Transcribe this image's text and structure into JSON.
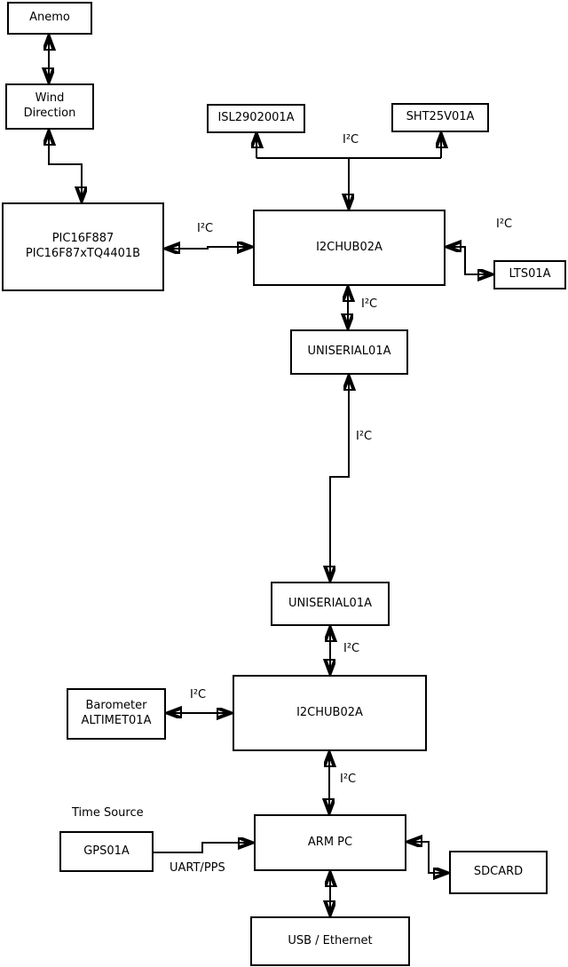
{
  "diagram": {
    "boxes": {
      "anemo": {
        "label": "Anemo"
      },
      "wind_direction": {
        "label": "Wind\nDirection"
      },
      "pic": {
        "label": "PIC16F887\nPIC16F87xTQ4401B"
      },
      "isl": {
        "label": "ISL2902001A"
      },
      "sht": {
        "label": "SHT25V01A"
      },
      "i2c_hub_top": {
        "label": "I2CHUB02A"
      },
      "lts": {
        "label": "LTS01A"
      },
      "uniserial_top": {
        "label": "UNISERIAL01A"
      },
      "uniserial_bottom": {
        "label": "UNISERIAL01A"
      },
      "i2c_hub_bottom": {
        "label": "I2CHUB02A"
      },
      "barometer": {
        "label": "Barometer\nALTIMET01A"
      },
      "gps": {
        "label": "GPS01A"
      },
      "arm_pc": {
        "label": "ARM PC"
      },
      "sdcard": {
        "label": "SDCARD"
      },
      "usb_ethernet": {
        "label": "USB / Ethernet"
      }
    },
    "edge_labels": {
      "sensor_bus": "I²C",
      "pic_hub": "I²C",
      "hub_lts": "I²C",
      "hub_uniserial": "I²C",
      "serial_link": "I²C",
      "uniserial_hub2": "I²C",
      "barometer_hub2": "I²C",
      "hub2_arm": "I²C",
      "time_source": "Time Source",
      "uart_pps": "UART/PPS"
    },
    "colors": {
      "line": "#000000",
      "box_border": "#000000",
      "box_fill": "#ffffff",
      "background": "#ffffff",
      "text": "#000000"
    }
  }
}
